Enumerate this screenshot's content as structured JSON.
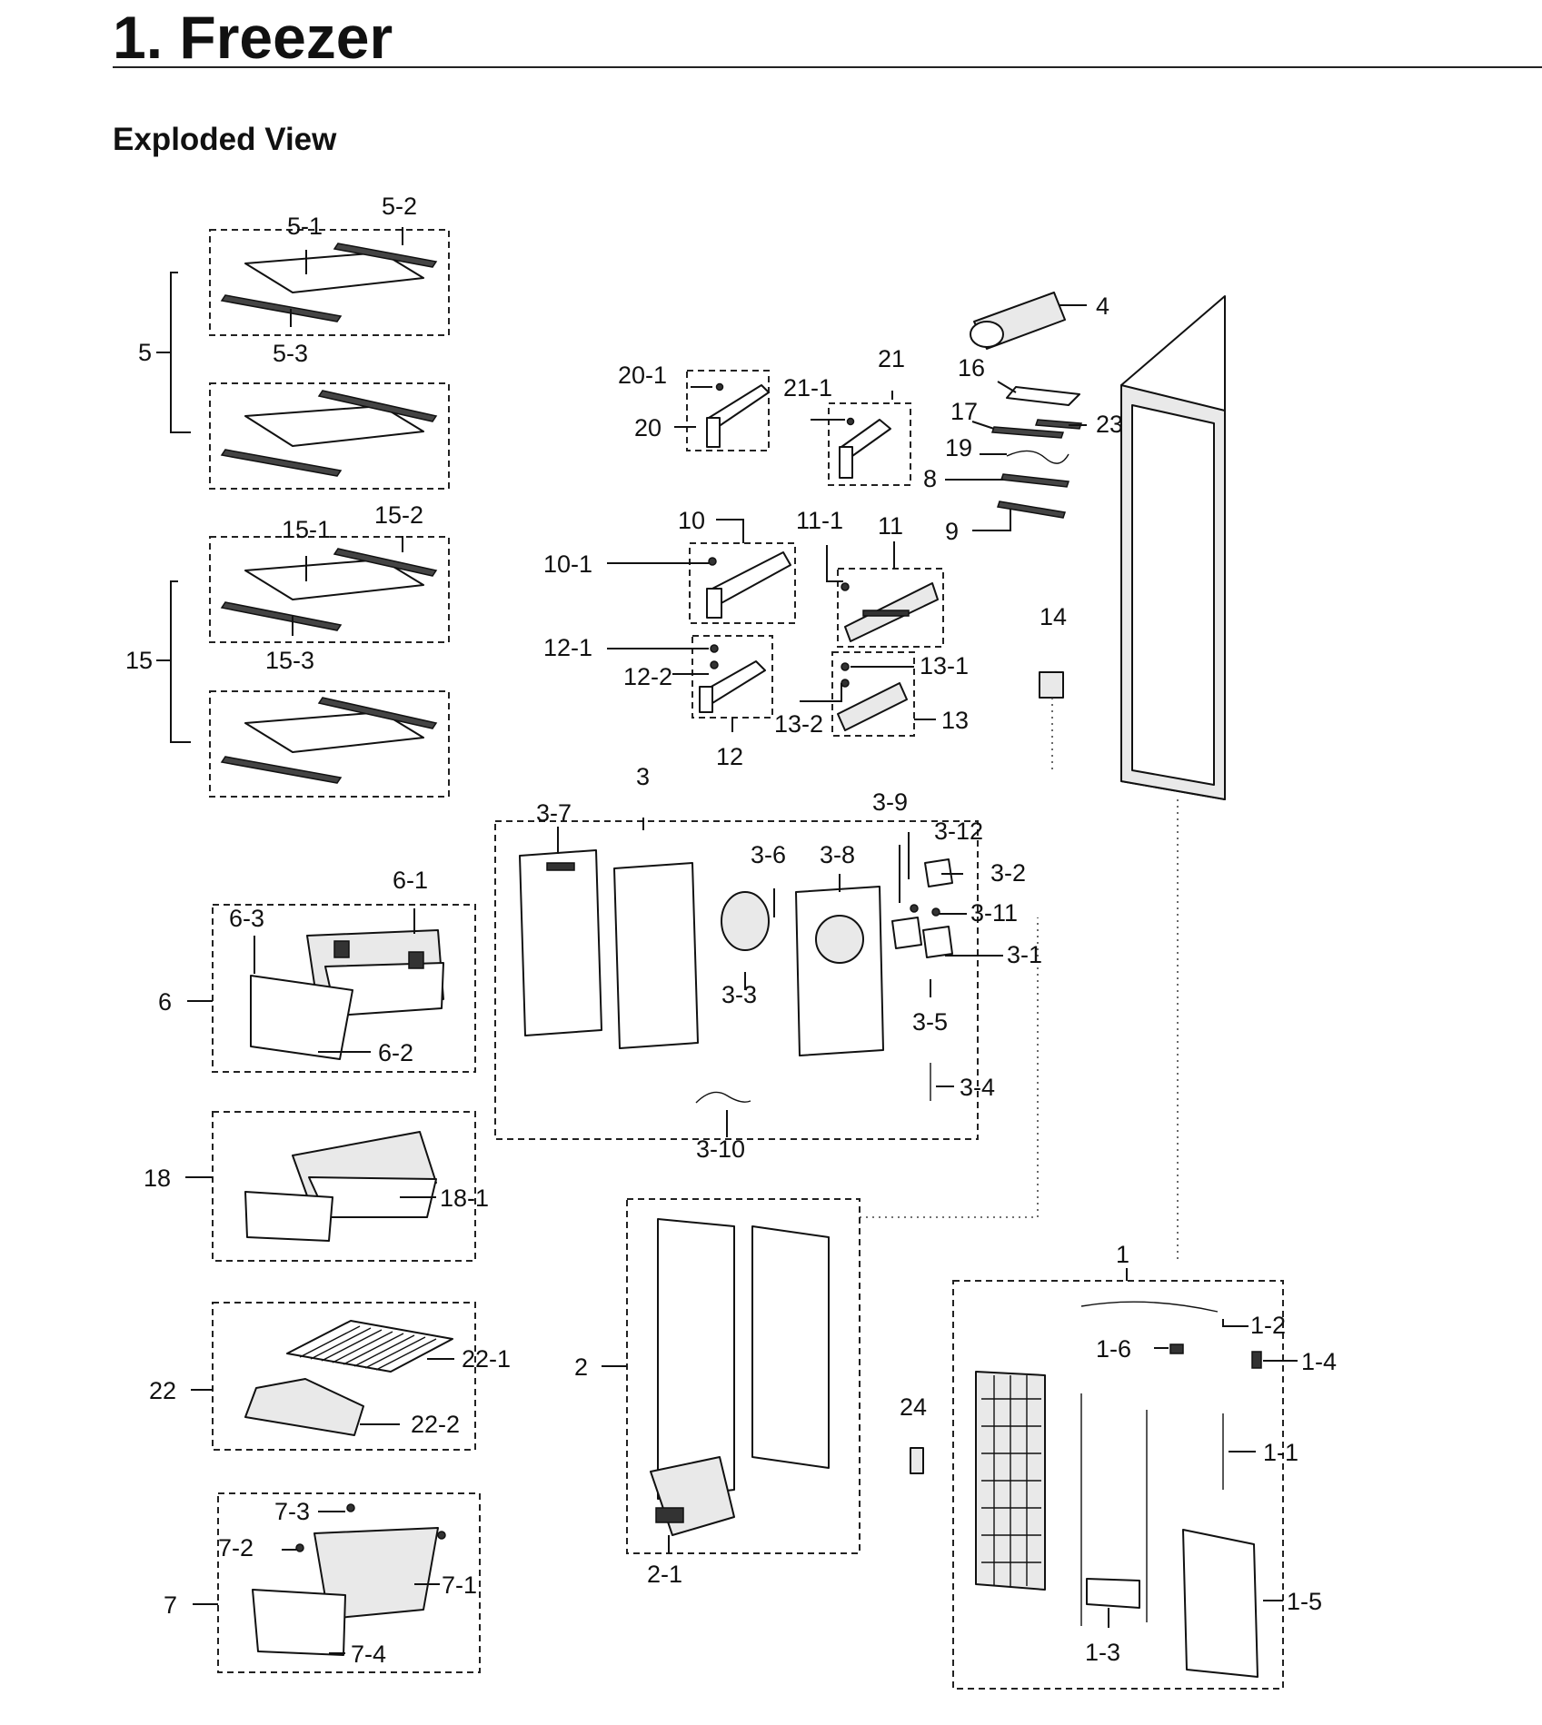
{
  "header": {
    "title": "1.  Freezer",
    "subtitle": "Exploded View"
  },
  "callouts": {
    "c5": "5",
    "c5_1": "5-1",
    "c5_2": "5-2",
    "c5_3": "5-3",
    "c15": "15",
    "c15_1": "15-1",
    "c15_2": "15-2",
    "c15_3": "15-3",
    "c6": "6",
    "c6_1": "6-1",
    "c6_2": "6-2",
    "c6_3": "6-3",
    "c18": "18",
    "c18_1": "18-1",
    "c22": "22",
    "c22_1": "22-1",
    "c22_2": "22-2",
    "c7": "7",
    "c7_1": "7-1",
    "c7_2": "7-2",
    "c7_3": "7-3",
    "c7_4": "7-4",
    "c20": "20",
    "c20_1": "20-1",
    "c21": "21",
    "c21_1": "21-1",
    "c10": "10",
    "c10_1": "10-1",
    "c11": "11",
    "c11_1": "11-1",
    "c12": "12",
    "c12_1": "12-1",
    "c12_2": "12-2",
    "c13": "13",
    "c13_1": "13-1",
    "c13_2": "13-2",
    "c14": "14",
    "c4": "4",
    "c16": "16",
    "c17": "17",
    "c23": "23",
    "c19": "19",
    "c8": "8",
    "c9": "9",
    "c3": "3",
    "c3_1": "3-1",
    "c3_2": "3-2",
    "c3_3": "3-3",
    "c3_4": "3-4",
    "c3_5": "3-5",
    "c3_6": "3-6",
    "c3_7": "3-7",
    "c3_8": "3-8",
    "c3_9": "3-9",
    "c3_10": "3-10",
    "c3_11": "3-11",
    "c3_12": "3-12",
    "c2": "2",
    "c2_1": "2-1",
    "c24": "24",
    "c1": "1",
    "c1_1": "1-1",
    "c1_2": "1-2",
    "c1_3": "1-3",
    "c1_4": "1-4",
    "c1_5": "1-5",
    "c1_6": "1-6"
  }
}
